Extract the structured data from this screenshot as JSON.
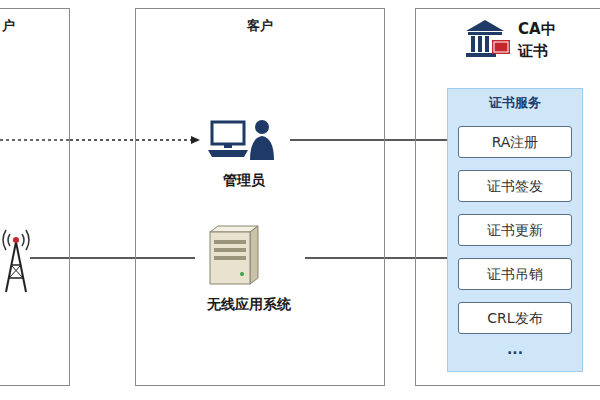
{
  "diagram": {
    "nodes": [
      {
        "text": [
          "户"
        ]
      },
      {
        "text": [
          "客户"
        ]
      },
      {
        "text": [
          "管理员"
        ],
        "in": 1
      },
      {
        "text": [
          "无线应用系统"
        ],
        "in": 1
      },
      {
        "text": [
          "CA中",
          "证书"
        ]
      },
      {
        "text": [
          "证书服务"
        ],
        "in": 4
      },
      {
        "text": [
          "RA注册"
        ],
        "in": 5
      },
      {
        "text": [
          "证书签发"
        ],
        "in": 5
      },
      {
        "text": [
          "证书更新"
        ],
        "in": 5
      },
      {
        "text": [
          "证书吊销"
        ],
        "in": 5
      },
      {
        "text": [
          "CRL发布"
        ],
        "in": 5
      }
    ],
    "edges": [
      {
        "from": 0,
        "to": 2,
        "arrow": "to"
      },
      {
        "from": 0,
        "to": 3,
        "arrow": "none"
      },
      {
        "from": 2,
        "to": 5,
        "arrow": "none"
      },
      {
        "from": 3,
        "to": 5,
        "arrow": "none"
      }
    ],
    "labels": [
      "..."
    ]
  }
}
